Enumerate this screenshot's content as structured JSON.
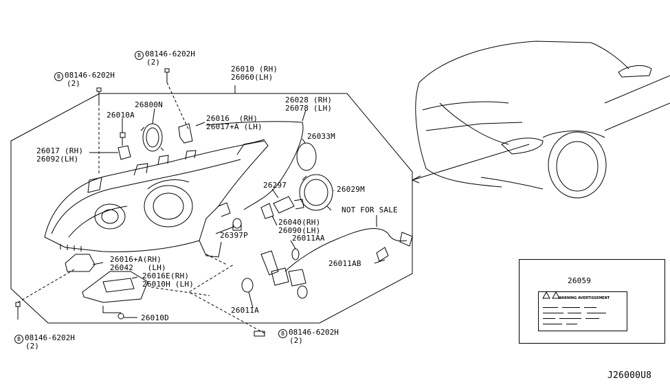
{
  "diagram": {
    "catalog_code": "J26000U8",
    "note_not_for_sale": "NOT FOR SALE",
    "warning_card_text": "WARNING AVERTISSEMENT",
    "bolts": [
      {
        "code": "08146-6202H",
        "qty": "(2)"
      },
      {
        "code": "08146-6202H",
        "qty": "(2)"
      },
      {
        "code": "08146-6202H",
        "qty": "(2)"
      },
      {
        "code": "08146-6202H",
        "qty": "(2)"
      }
    ],
    "parts": {
      "p26010": "26010 (RH)",
      "p26060": "26060(LH)",
      "p26028": "26028 (RH)",
      "p26078": "26078 (LH)",
      "p26800N": "26800N",
      "p26010A": "26010A",
      "p26016": "26016  (RH)",
      "p26017A": "26017+A (LH)",
      "p26017": "26017 (RH)",
      "p26092": "26092(LH)",
      "p26033M": "26033M",
      "p26297": "26297",
      "p26029M": "26029M",
      "p26040": "26040(RH)",
      "p26090": "26090(LH)",
      "p26397P": "26397P",
      "p26011AA": "26011AA",
      "p26011AB": "26011AB",
      "p26011A": "26011A",
      "p26016A": "26016+A(RH)",
      "p26042": "26042   (LH)",
      "p26016E": "26016E(RH)",
      "p26010H": "26010H (LH)",
      "p26010D": "26010D",
      "p26059": "26059"
    }
  }
}
